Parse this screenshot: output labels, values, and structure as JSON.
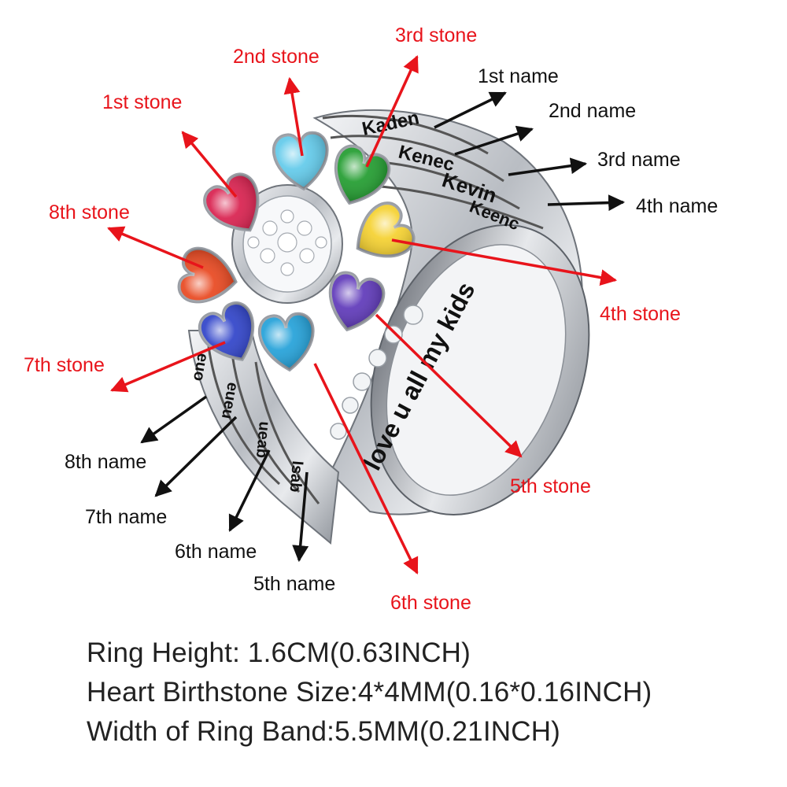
{
  "colors": {
    "stone_label": "#e8141b",
    "name_label": "#111111",
    "metal": "#c9ccd1",
    "ruby": "#d81b4a",
    "aquamarine": "#5ec9ea",
    "emerald": "#1c9a2a",
    "citrine": "#f5d02a",
    "amethyst": "#5b34b8",
    "blue_topaz": "#1e9fd8",
    "sapphire": "#2b3fc8",
    "garnet_orange": "#e8431a"
  },
  "stone_labels": [
    "1st stone",
    "2nd stone",
    "3rd stone",
    "4th stone",
    "5th stone",
    "6th stone",
    "7th stone",
    "8th stone"
  ],
  "name_labels": [
    "1st name",
    "2nd name",
    "3rd name",
    "4th name",
    "5th name",
    "6th name",
    "7th name",
    "8th name"
  ],
  "engravings": {
    "names": [
      "Kaden",
      "Kenec",
      "Kevin",
      "Keenc",
      "Isab",
      "ueab",
      "eueu",
      "euo"
    ],
    "inner_band": "love u all my kids"
  },
  "specs": [
    "Ring Height: 1.6CM(0.63INCH)",
    "Heart Birthstone Size:4*4MM(0.16*0.16INCH)",
    "Width of Ring Band:5.5MM(0.21INCH)"
  ]
}
